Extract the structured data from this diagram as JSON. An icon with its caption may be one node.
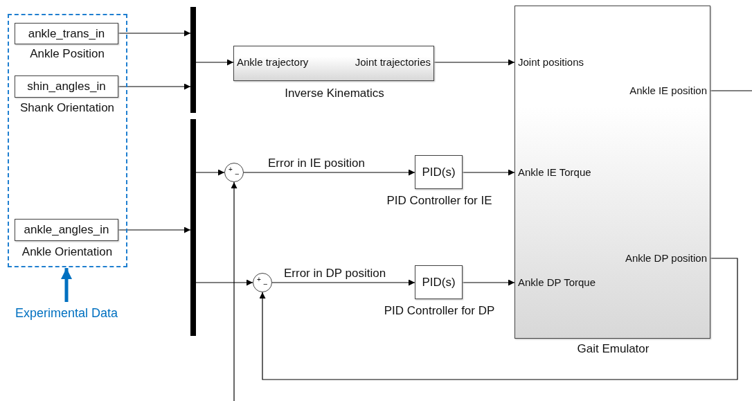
{
  "diagram": {
    "nodes": [
      {
        "text": [],
        "shape": "box"
      },
      {
        "text": [
          "ankle_trans_in"
        ],
        "beside": [
          "Ankle Position"
        ],
        "in": 0
      },
      {
        "text": [
          "shin_angles_in"
        ],
        "beside": [
          "Shank Orientation"
        ],
        "in": 0
      },
      {
        "text": [
          "ankle_angles_in"
        ],
        "beside": [
          "Ankle Orientation"
        ],
        "in": 0
      },
      {
        "text": [
          "Experimental Data"
        ]
      },
      {
        "text": [],
        "shape": "bar"
      },
      {
        "text": [],
        "shape": "bar"
      },
      {
        "text": [
          "Ankle trajectory",
          "Joint trajectories"
        ],
        "beside": [
          "Inverse Kinematics"
        ]
      },
      {
        "text": [
          "+",
          "−"
        ]
      },
      {
        "text": [
          "+",
          "−"
        ]
      },
      {
        "text": [
          "PID(s)"
        ],
        "beside": [
          "PID Controller for IE"
        ]
      },
      {
        "text": [
          "PID(s)"
        ],
        "beside": [
          "PID Controller for DP"
        ]
      },
      {
        "text": [
          "Joint positions",
          "Ankle IE position",
          "Ankle IE Torque",
          "Ankle DP position",
          "Ankle DP Torque"
        ],
        "beside": [
          "Gait Emulator"
        ]
      }
    ],
    "edges": [
      {
        "from": 1,
        "to": 5,
        "arrow": "to"
      },
      {
        "from": 2,
        "to": 5,
        "arrow": "to"
      },
      {
        "from": 3,
        "to": 6,
        "arrow": "to"
      },
      {
        "from": 4,
        "to": 0,
        "arrow": "to",
        "style": "thick",
        "color": "#0070c0"
      },
      {
        "from": 5,
        "to": 7,
        "arrow": "to"
      },
      {
        "from": 7,
        "to": 12,
        "arrow": "to"
      },
      {
        "from": 6,
        "to": 8,
        "arrow": "to"
      },
      {
        "from": 6,
        "to": 9,
        "arrow": "to"
      },
      {
        "from": 8,
        "to": 10,
        "arrow": "to",
        "label": "Error in IE position"
      },
      {
        "from": 9,
        "to": 11,
        "arrow": "to",
        "label": "Error in DP position"
      },
      {
        "from": 10,
        "to": 12,
        "arrow": "to"
      },
      {
        "from": 11,
        "to": 12,
        "arrow": "to"
      },
      {
        "from": 12,
        "to": 9,
        "arrow": "to"
      },
      {
        "from": 12,
        "to": null,
        "arrow": "none"
      },
      {
        "from": null,
        "to": 8,
        "arrow": "to"
      }
    ]
  }
}
